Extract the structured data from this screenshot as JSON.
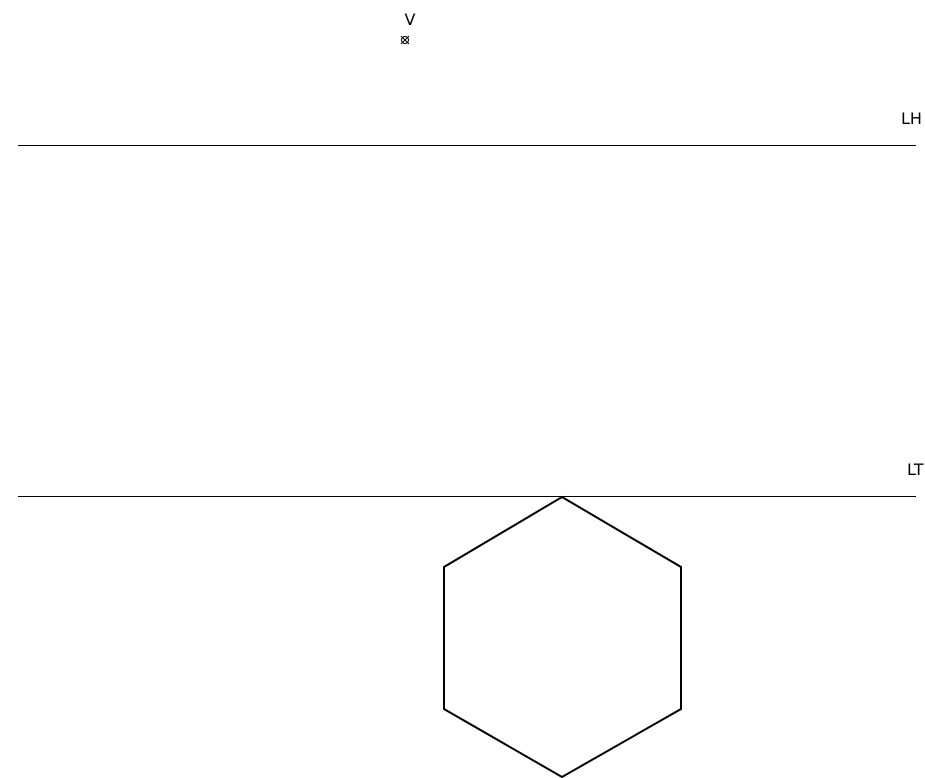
{
  "diagram": {
    "vanishing_point": {
      "label": "V"
    },
    "horizon_line": {
      "label": "LH"
    },
    "ground_line": {
      "label": "LT"
    },
    "shape": {
      "type": "hexagon",
      "sides": 6
    }
  },
  "colors": {
    "background": "#ffffff",
    "stroke": "#000000"
  }
}
